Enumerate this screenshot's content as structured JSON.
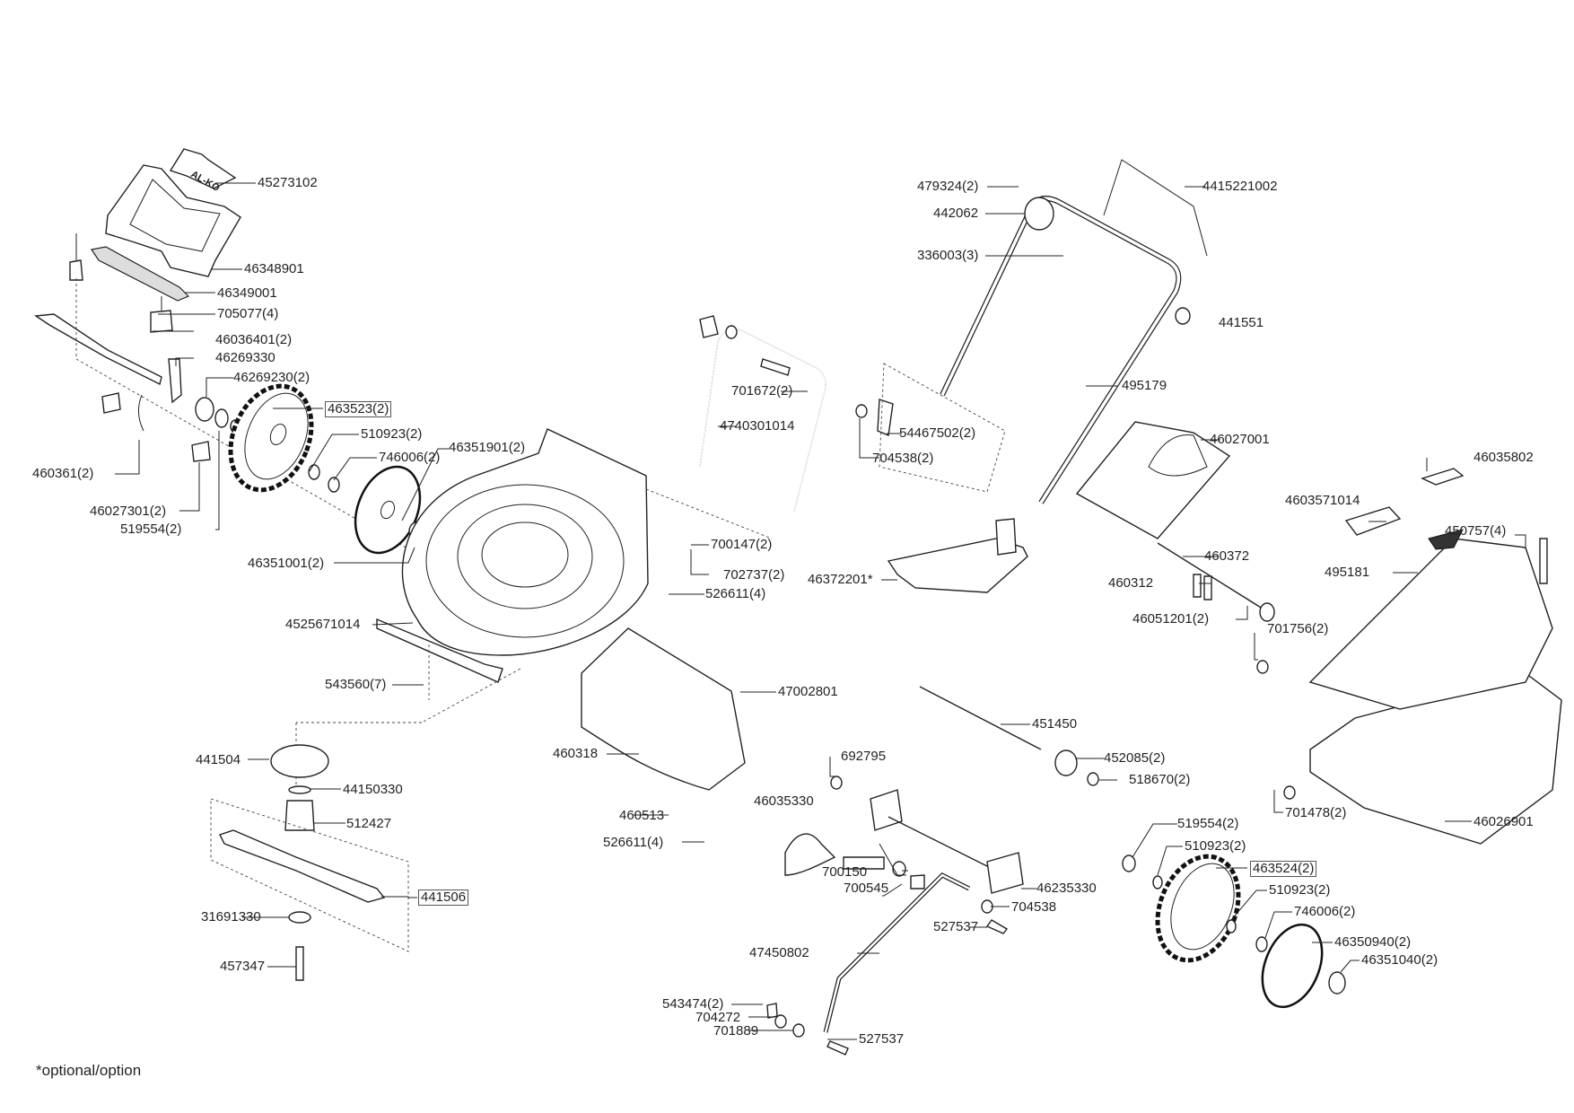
{
  "diagram": {
    "type": "exploded-parts-diagram",
    "subject": "lawn mower",
    "brand_logo_text": "AL-KO",
    "footnote": "*optional/option",
    "parts": {
      "p45273102": "45273102",
      "p46348901": "46348901",
      "p46349001": "46349001",
      "p705077": "705077(4)",
      "p46036401": "46036401(2)",
      "p46269330": "46269330",
      "p46269230": "46269230(2)",
      "p463523": "463523(2)",
      "p510923_l": "510923(2)",
      "p46351901": "46351901(2)",
      "p746006_l": "746006(2)",
      "p460361": "460361(2)",
      "p46027301": "46027301(2)",
      "p519554_l": "519554(2)",
      "p46351001": "46351001(2)",
      "p4525671014": "4525671014",
      "p543560": "543560(7)",
      "p441504": "441504",
      "p44150330": "44150330",
      "p512427": "512427",
      "p441506": "441506",
      "p31691330": "31691330",
      "p457347": "457347",
      "p700147": "700147(2)",
      "p702737": "702737(2)",
      "p526611_a": "526611(4)",
      "p47002801": "47002801",
      "p460318": "460318",
      "p460513": "460513",
      "p526611_b": "526611(4)",
      "p701672": "701672(2)",
      "p4740301014": "4740301014",
      "p54467502": "54467502(2)",
      "p704538_a": "704538(2)",
      "p479324": "479324(2)",
      "p442062": "442062",
      "p336003": "336003(3)",
      "p4415221002": "4415221002",
      "p441551": "441551",
      "p495179": "495179",
      "p46027001": "46027001",
      "p46372201": "46372201*",
      "p460372": "460372",
      "p460312": "460312",
      "p46051201": "46051201(2)",
      "p46035802": "46035802",
      "p4603571014": "4603571014",
      "p450757": "450757(4)",
      "p495181": "495181",
      "p701756": "701756(2)",
      "p451450": "451450",
      "p452085": "452085(2)",
      "p518670": "518670(2)",
      "p692795": "692795",
      "p46035330": "46035330",
      "p700150": "700150",
      "p700545": "700545",
      "p46235330": "46235330",
      "p704538_b": "704538",
      "p527537_a": "527537",
      "p47450802": "47450802",
      "p543474": "543474(2)",
      "p704272": "704272",
      "p701889": "701889",
      "p527537_b": "527537",
      "p701478": "701478(2)",
      "p46026901": "46026901",
      "p519554_r": "519554(2)",
      "p510923_r1": "510923(2)",
      "p463524": "463524(2)",
      "p510923_r2": "510923(2)",
      "p746006_r": "746006(2)",
      "p46350940": "46350940(2)",
      "p46351040": "46351040(2)"
    }
  }
}
